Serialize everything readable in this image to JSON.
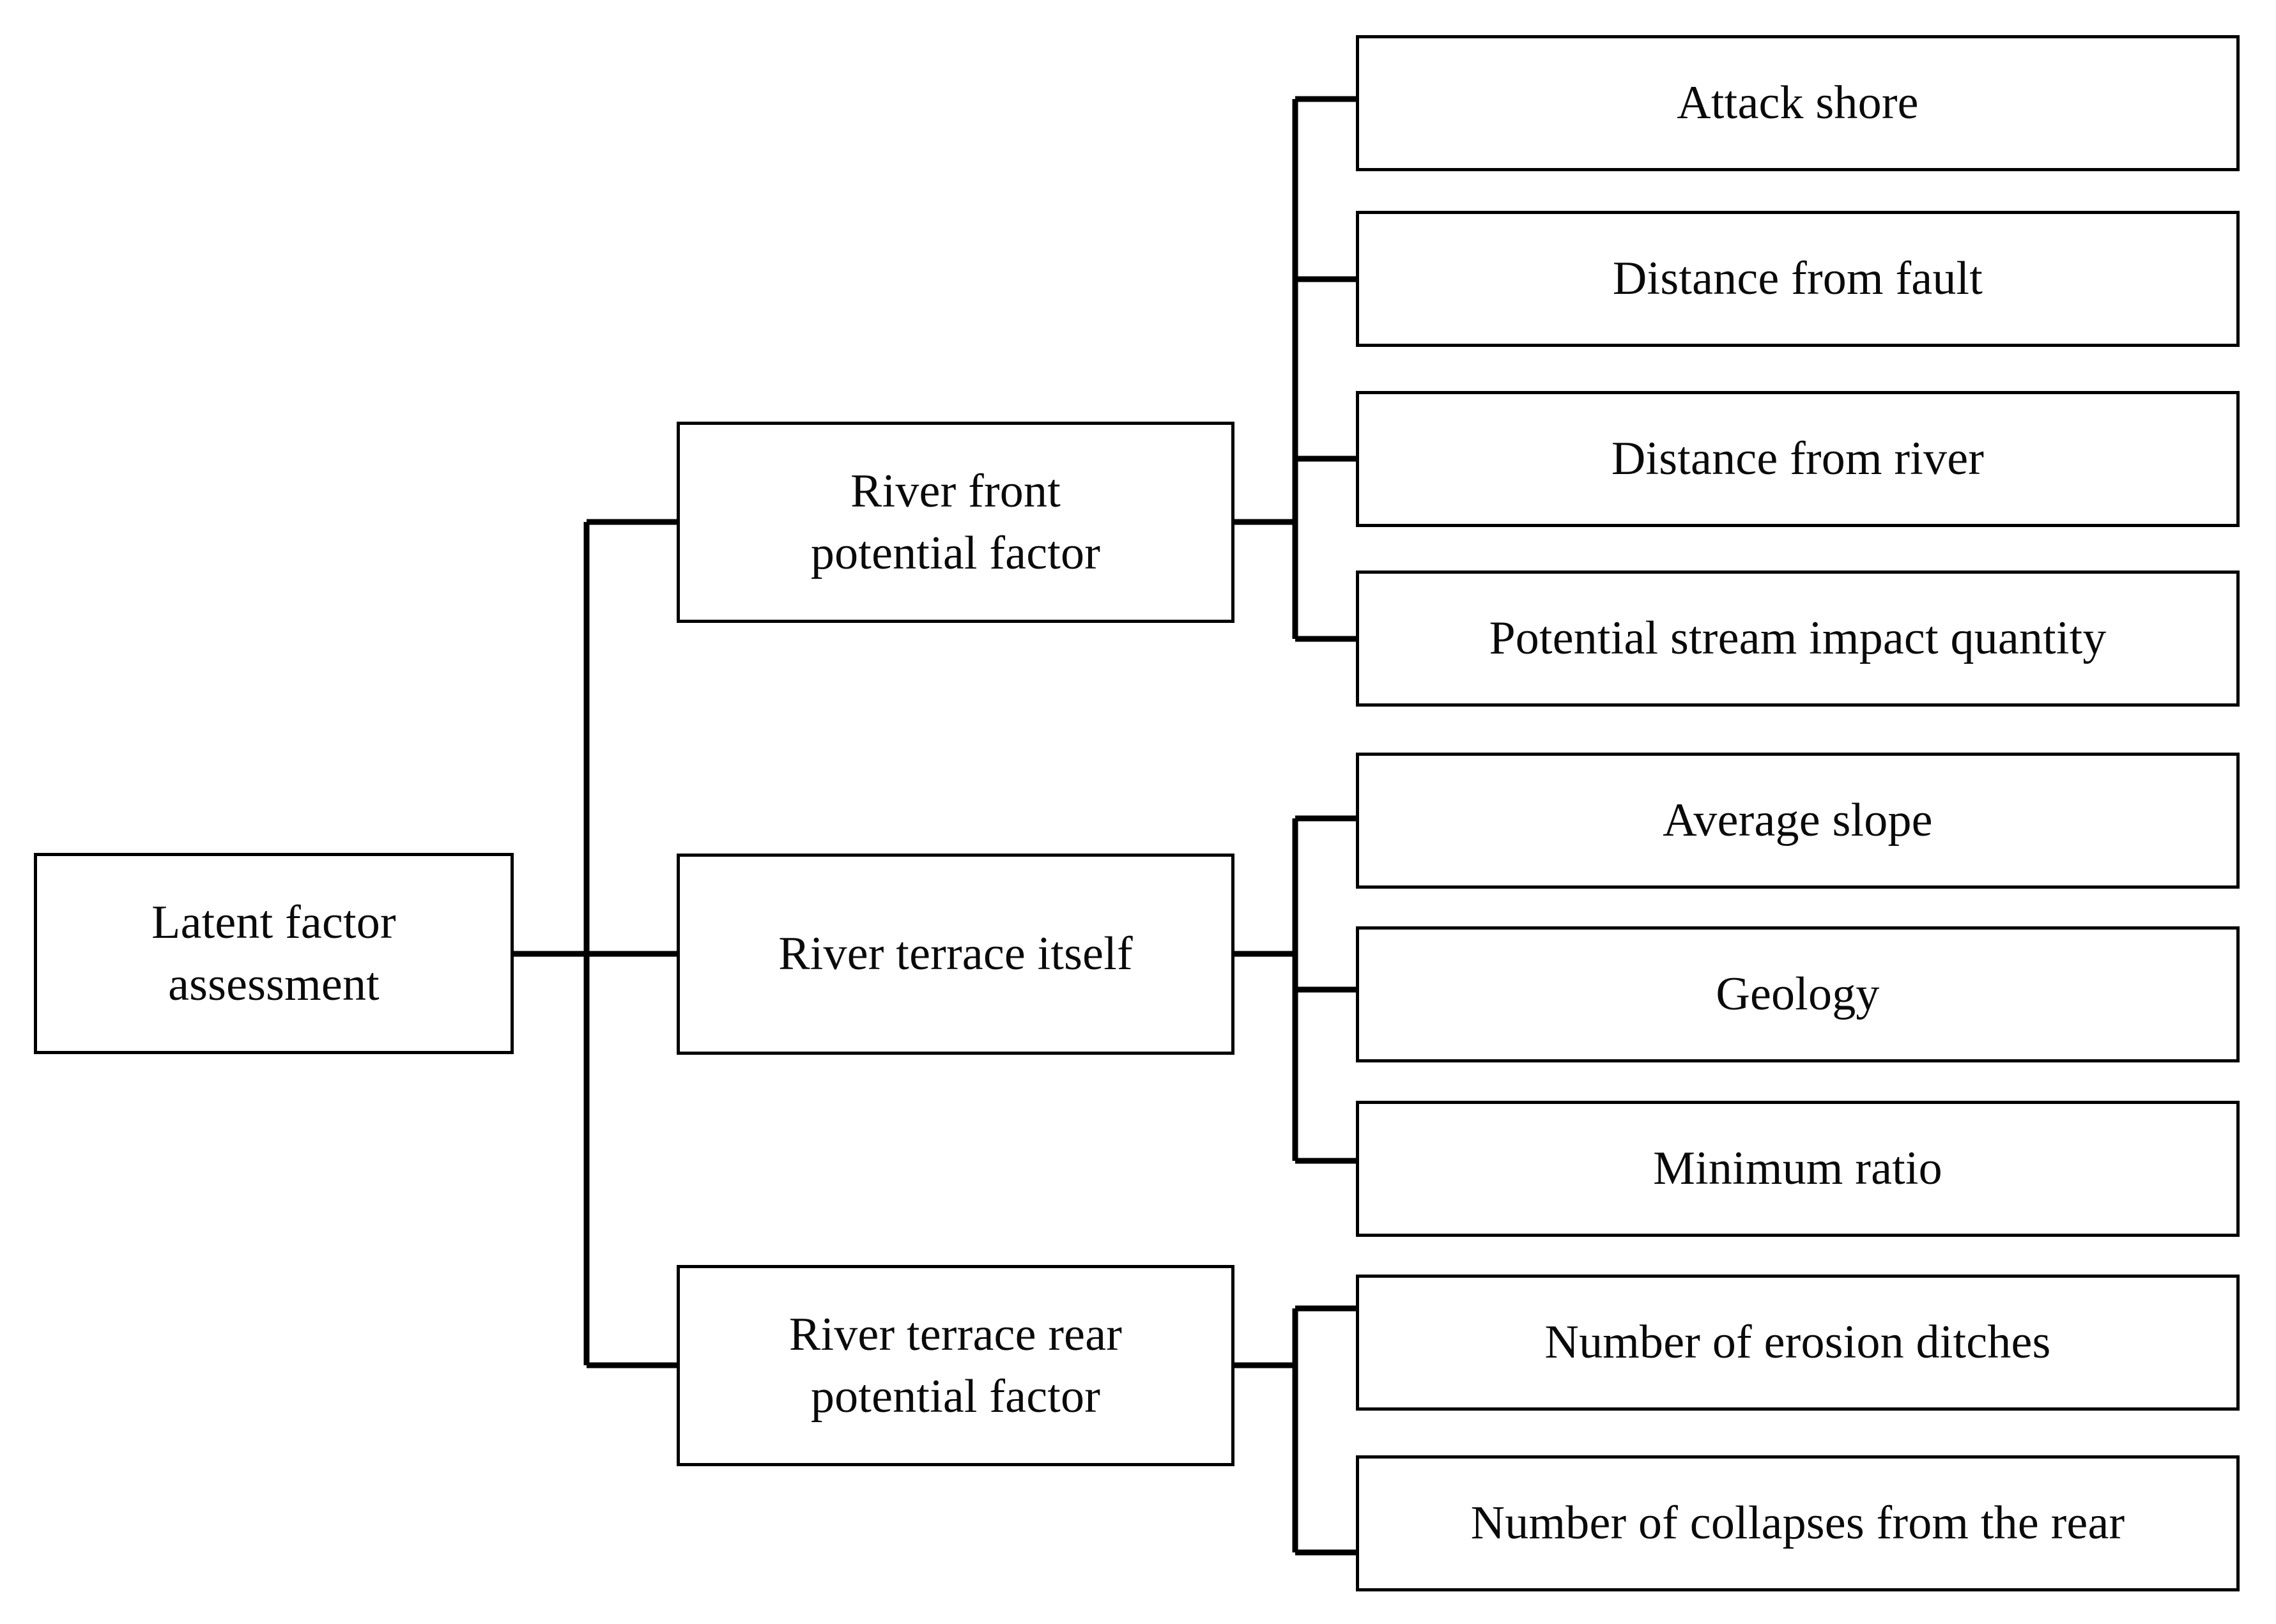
{
  "diagram": {
    "type": "hierarchy-tree",
    "orientation": "left-to-right",
    "background_color": "#ffffff",
    "line_color": "#000000",
    "text_color": "#0a0a0a",
    "levels": 3
  },
  "root": {
    "label": "Latent factor\nassessment"
  },
  "branches": [
    {
      "label": "River front\npotential factor",
      "children": [
        {
          "label": "Attack shore"
        },
        {
          "label": "Distance from fault"
        },
        {
          "label": "Distance from river"
        },
        {
          "label": "Potential stream impact quantity"
        }
      ]
    },
    {
      "label": "River terrace itself",
      "children": [
        {
          "label": "Average slope"
        },
        {
          "label": "Geology"
        },
        {
          "label": "Minimum ratio"
        }
      ]
    },
    {
      "label": "River terrace rear\npotential factor",
      "children": [
        {
          "label": "Number of erosion ditches"
        },
        {
          "label": "Number of collapses from the rear"
        }
      ]
    }
  ]
}
